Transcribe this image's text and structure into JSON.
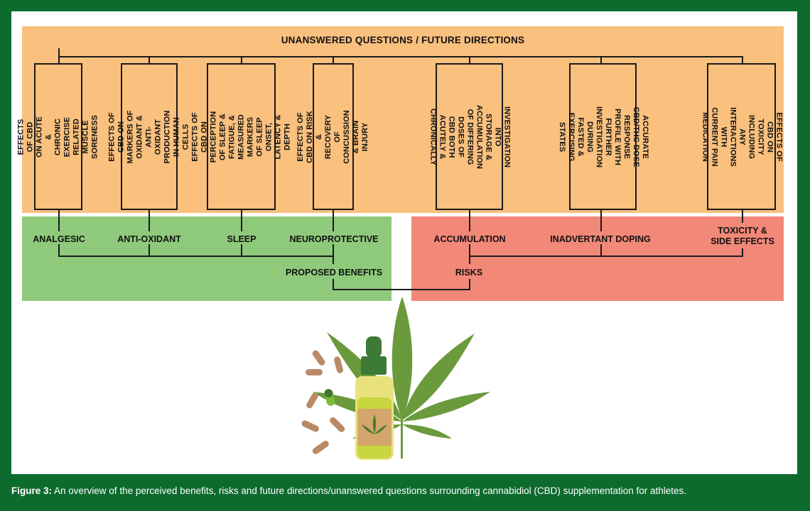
{
  "figure": {
    "top_title": "UNANSWERED QUESTIONS / FUTURE DIRECTIONS",
    "questions": [
      "EFFECTS OF CBD ON ACUTE\n& CHRONIC EXERCISE\nRELATED MUSCLE\nSORENESS",
      "EFFECTS OF CBD ON\nMARKERS OF OXIDANT &\nANTI-OXIDANT PRODUCTION\nIN HUMAN CELLS",
      "EFFECTS OF CBD ON\nPERCEPTION OF SLEEP &\nFATIGUE, & MEASURED\nMARKERS OF SLEEP ONSET,\nLATENCY & DEPTH",
      "EFFECTS OF CBD ON RISK &\nRECOVERY OF CONCUSSION\n& BRAIN INJURY",
      "INVESTIGATION INTO\nSTORAGE & ACCUMULATION\nOF DIFFERING DOSES OF\nCBD BOTH ACUTELY &\nCHRONICALLY",
      "ACCURATE CBD/THC DOSE\nRESPONSE PROFILE WITH\nFURTHER INVESTIGATION\nDURING FASTED &\nEXERCISING STATES",
      "EFFECTS OF CBD ON\nTOXICITY INCLUDING ANY\nINTERACTIONS WITH\nCURRENT PAIN\nMEDICATION"
    ],
    "benefits": [
      "ANALGESIC",
      "ANTI-OXIDANT",
      "SLEEP",
      "NEUROPROTECTIVE"
    ],
    "benefits_label": "PROPOSED BENEFITS",
    "risks": [
      "ACCUMULATION",
      "INADVERTANT DOPING",
      "TOXICITY &\nSIDE EFFECTS"
    ],
    "risks_label": "RISKS",
    "colors": {
      "frame": "#0e6b2e",
      "questions_band": "#f9c07e",
      "benefits_band": "#8fca7c",
      "risks_band": "#f28878",
      "leaf": "#6a9a3c"
    }
  },
  "caption": {
    "label": "Figure 3:",
    "text": " An overview of the perceived benefits, risks and future directions/unanswered questions surrounding cannabidiol (CBD) supplementation for athletes."
  }
}
